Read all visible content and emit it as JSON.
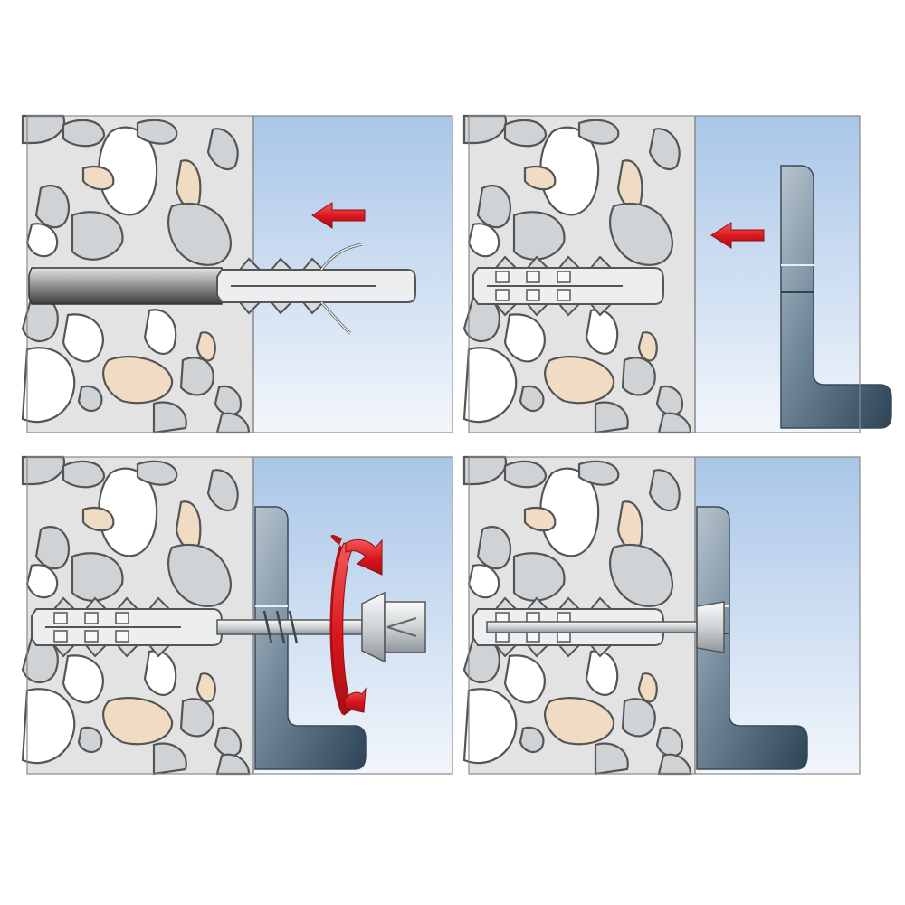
{
  "diagram": {
    "type": "installation-steps",
    "steps": [
      {
        "step": 1,
        "action": "insert-plug",
        "arrow_direction": "left",
        "tool": "drill",
        "bracket": false,
        "screw": false,
        "rotation_arrow": false
      },
      {
        "step": 2,
        "action": "position-bracket",
        "arrow_direction": "left",
        "tool": "none",
        "bracket": true,
        "screw": false,
        "rotation_arrow": false
      },
      {
        "step": 3,
        "action": "drive-screw",
        "arrow_direction": "clockwise",
        "tool": "screwdriver",
        "bracket": true,
        "screw": true,
        "rotation_arrow": true
      },
      {
        "step": 4,
        "action": "mounted",
        "arrow_direction": "none",
        "tool": "none",
        "bracket": true,
        "screw": true,
        "rotation_arrow": false
      }
    ],
    "colors": {
      "wall": "#e3e3e3",
      "sky_top": "#a9c6e8",
      "sky_bottom": "#f2f6fb",
      "arrow_red": "#d8161c",
      "bracket_dark": "#33495c",
      "bracket_light": "#8fa2b0",
      "stone_tan": "#efdcc3",
      "stone_grey": "#d0d3d6"
    }
  }
}
